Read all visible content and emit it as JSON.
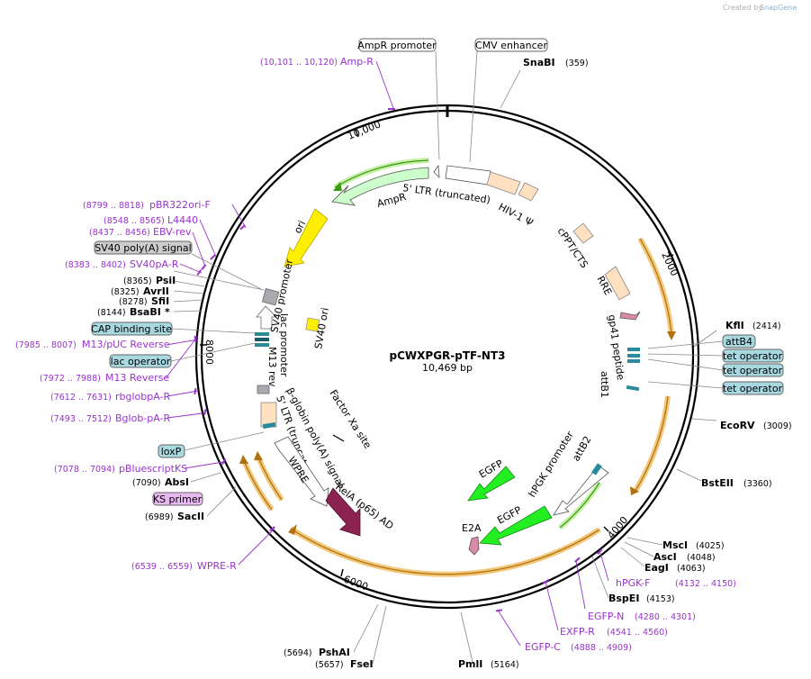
{
  "watermark": {
    "created_by": "Created by",
    "brand": "SnapGene"
  },
  "plasmid": {
    "name": "pCWXPGR-pTF-NT3",
    "size": "10,469 bp"
  },
  "ticks": [
    "10,000",
    "2000",
    "4000",
    "6000",
    "8000"
  ],
  "boxed_labels": {
    "ampr_promoter": "AmpR promoter",
    "cmv_enhancer": "CMV enhancer",
    "sv40_polya": "SV40 poly(A) signal",
    "cap_site": "CAP binding site",
    "lac_operator": "lac operator",
    "loxp": "loxP",
    "ks_primer": "KS primer",
    "attb4": "attB4",
    "tet_op_1": "tet operator",
    "tet_op_2": "tet operator",
    "tet_op_3": "tet operator"
  },
  "sites": {
    "snabi": {
      "name": "SnaBI",
      "pos": "(359)"
    },
    "kfli": {
      "name": "KflI",
      "pos": "(2414)"
    },
    "ecorv": {
      "name": "EcoRV",
      "pos": "(3009)"
    },
    "bsteii": {
      "name": "BstEII",
      "pos": "(3360)"
    },
    "msci": {
      "name": "MscI",
      "pos": "(4025)"
    },
    "asci": {
      "name": "AscI",
      "pos": "(4048)"
    },
    "eagi": {
      "name": "EagI",
      "pos": "(4063)"
    },
    "bspei": {
      "name": "BspEI",
      "pos": "(4153)"
    },
    "pmli": {
      "name": "PmlI",
      "pos": "(5164)"
    },
    "fsei": {
      "name": "FseI",
      "pos": "(5657)"
    },
    "pshai": {
      "name": "PshAI",
      "pos": "(5694)"
    },
    "sacii": {
      "name": "SacII",
      "pos": "(6989)"
    },
    "absi": {
      "name": "AbsI",
      "pos": "(7090)"
    },
    "bsabi": {
      "name": "BsaBI",
      "pos": "(8144)",
      "mark": "*"
    },
    "sfii": {
      "name": "SfiI",
      "pos": "(8278)"
    },
    "avrii": {
      "name": "AvrII",
      "pos": "(8325)"
    },
    "psii": {
      "name": "PsiI",
      "pos": "(8365)"
    }
  },
  "primers": {
    "ampr": {
      "name": "Amp-R",
      "pos": "(10,101 .. 10,120)"
    },
    "pbr322": {
      "name": "pBR322ori-F",
      "pos": "(8799 .. 8818)"
    },
    "l4440": {
      "name": "L4440",
      "pos": "(8548 .. 8565)"
    },
    "ebvrev": {
      "name": "EBV-rev",
      "pos": "(8437 .. 8456)"
    },
    "sv40pa": {
      "name": "SV40pA-R",
      "pos": "(8383 .. 8402)"
    },
    "m13puc": {
      "name": "M13/pUC Reverse",
      "pos": "(7985 .. 8007)"
    },
    "m13rev": {
      "name": "M13 Reverse",
      "pos": "(7972 .. 7988)"
    },
    "rbglob": {
      "name": "rbglobpA-R",
      "pos": "(7612 .. 7631)"
    },
    "bglob": {
      "name": "Bglob-pA-R",
      "pos": "(7493 .. 7512)"
    },
    "pbluescript": {
      "name": "pBluescriptKS",
      "pos": "(7078 .. 7094)"
    },
    "wpre": {
      "name": "WPRE-R",
      "pos": "(6539 .. 6559)"
    },
    "hpgkf": {
      "name": "hPGK-F",
      "pos": "(4132 .. 4150)"
    },
    "egfpn": {
      "name": "EGFP-N",
      "pos": "(4280 .. 4301)"
    },
    "exfpr": {
      "name": "EXFP-R",
      "pos": "(4541 .. 4560)"
    },
    "egfpc": {
      "name": "EGFP-C",
      "pos": "(4888 .. 4909)"
    }
  },
  "features": {
    "ampr": "AmpR",
    "ori": "ori",
    "sv40_promoter": "SV40 promoter",
    "sv40_ori": "SV40 ori",
    "ltr5_top": "5' LTR (truncated)",
    "hiv_psi": "HIV-1 Ψ",
    "cppt": "cPPT/CTS",
    "rre": "RRE",
    "gp41": "gp41 peptide",
    "attb1": "attB1",
    "lac_promoter": "lac promoter",
    "m13_rev": "M13 rev",
    "factor_xa": "Factor Xa site",
    "bglobin": "β-globin poly(A) signal",
    "ltr5_bottom": "5' LTR (truncated)",
    "wpre": "WPRE",
    "rela": "RelA (p65) AD",
    "egfp_1": "EGFP",
    "egfp_2": "EGFP",
    "hpgk": "hPGK promoter",
    "attb2": "attB2",
    "e2a": "E2A"
  },
  "colors": {
    "primer": "#9933cc",
    "ampr": "#ccffcc",
    "ori": "#ffee00",
    "egfp": "#22ee22",
    "rela": "#8b2252",
    "ltr": "#ffddbb",
    "orf_arc": "#e8a830",
    "box_gray": "#cccccc",
    "box_teal": "#a8d8e0",
    "box_purple": "#e8b8f0"
  }
}
